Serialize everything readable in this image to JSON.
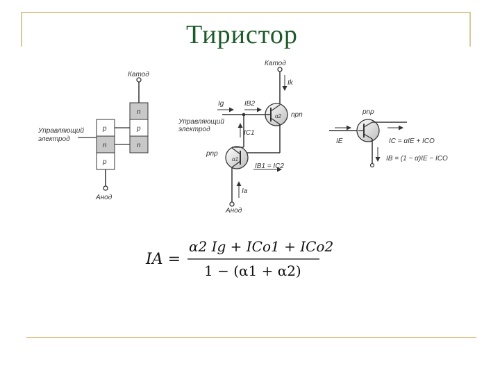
{
  "slide": {
    "title": "Тиристор",
    "accent_color": "#1d5a2a",
    "frame_color": "#d8c89a"
  },
  "diagram_left": {
    "cathode_label": "Катод",
    "anode_label": "Анод",
    "gate_label_line1": "Управляющий",
    "gate_label_line2": "электрод",
    "left_column": [
      "p",
      "n",
      "p"
    ],
    "right_column": [
      "n",
      "p",
      "n"
    ]
  },
  "diagram_middle": {
    "cathode_label": "Катод",
    "anode_label": "Анод",
    "gate_label_line1": "Управляющий",
    "gate_label_line2": "электрод",
    "ik_label": "Ik",
    "ig_label": "Ig",
    "ib2_label": "IB2",
    "ic1_label": "IC1",
    "ib1_label": "IB1 = IC2",
    "ia_label": "Ia",
    "npn_label": "npn",
    "pnp_label": "pnp",
    "alpha2_label": "α2",
    "alpha1_label": "α1"
  },
  "diagram_right": {
    "pnp_label": "pnp",
    "ie_label": "IE",
    "ic_eq": "IC = αIE + ICO",
    "ib_eq": "IB = (1 − α)IE − ICO"
  },
  "formula": {
    "lhs": "IA =",
    "numerator": "α2 Ig + ICo1 + ICo2",
    "denominator": "1 − (α1 + α2)"
  }
}
